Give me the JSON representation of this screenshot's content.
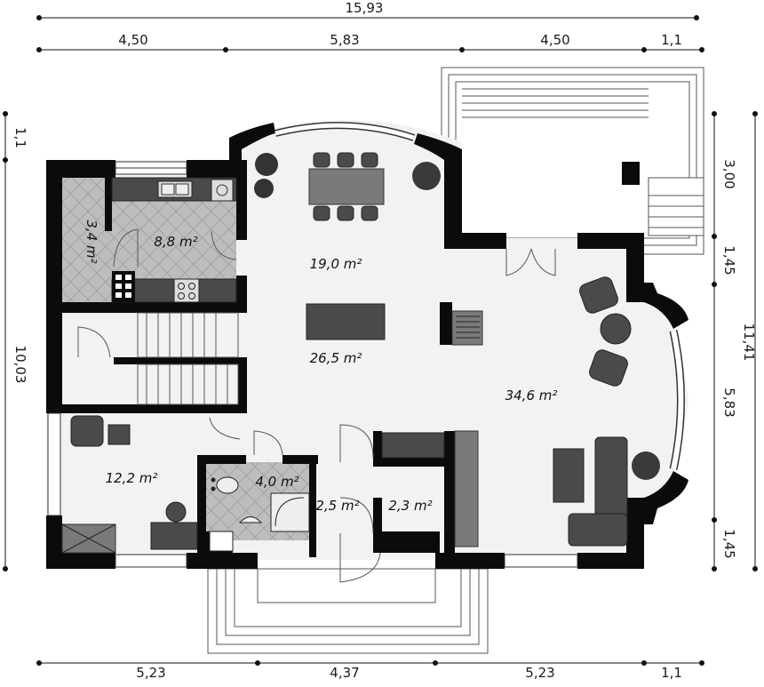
{
  "dimensions": {
    "top_total": "15,93",
    "top_segments": [
      "4,50",
      "5,83",
      "4,50",
      "1,1"
    ],
    "bottom_segments": [
      "5,23",
      "4,37",
      "5,23",
      "1,1"
    ],
    "left_segments": [
      "1,1",
      "10,03"
    ],
    "right_segments": [
      "3,00",
      "1,45",
      "5,83",
      "1,45"
    ],
    "right_total": "11,41"
  },
  "rooms": {
    "pantry": "3,4 m²",
    "kitchen": "8,8 m²",
    "dining": "19,0 m²",
    "hall": "26,5 m²",
    "living": "34,6 m²",
    "office": "12,2 m²",
    "bathroom": "4,0 m²",
    "vestibule": "2,5 m²",
    "storage": "2,3 m²"
  },
  "colors": {
    "wall": "#0b0b0b",
    "floor": "#f2f2f2",
    "furniture": "#4a4a4a"
  }
}
